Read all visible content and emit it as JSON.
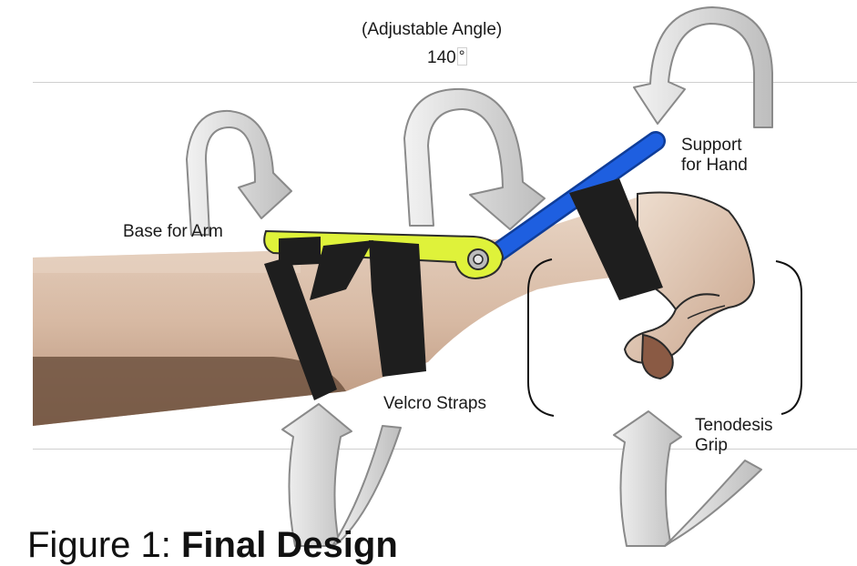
{
  "labels": {
    "angle_title": "(Adjustable Angle)",
    "angle_value": "140",
    "degree_symbol": "°",
    "support_line1": "Support",
    "support_line2": "for Hand",
    "base": "Base for Arm",
    "velcro": "Velcro Straps",
    "grip_line1": "Tenodesis",
    "grip_line2": "Grip"
  },
  "caption": {
    "prefix": "Figure 1: ",
    "title": "Final Design"
  },
  "colors": {
    "arm_skin": "#ddc2ad",
    "arm_shadow": "#6e5240",
    "base_plate": "#dff23a",
    "hand_support": "#1e5fe0",
    "straps": "#1e1e1e",
    "arrows_fill": "#dadada",
    "arrows_stroke": "#8a8a8a"
  },
  "icons": [
    "rotation-arrow-icon",
    "hinge-bolt-icon"
  ]
}
